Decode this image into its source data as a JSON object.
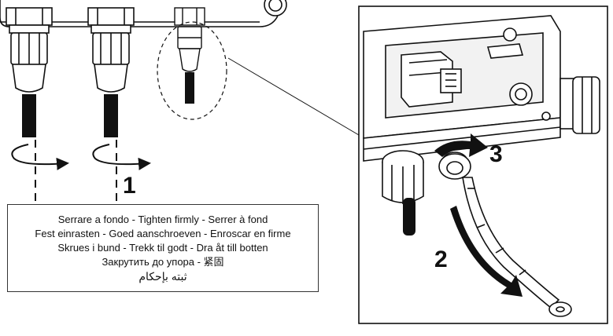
{
  "steps": [
    "1",
    "2",
    "3"
  ],
  "caption": {
    "lines": [
      "Serrare a fondo - Tighten firmly - Serrer à fond",
      "Fest einrasten - Goed aanschroeven - Enroscar en firme",
      "Skrues i bund - Trekk til godt - Dra åt till botten",
      "Закрутить до упора - 紧固",
      "ثبته بإحكام"
    ]
  },
  "colors": {
    "line": "#111111",
    "fill": "#ffffff",
    "detail_fill": "#f2f2f2"
  }
}
